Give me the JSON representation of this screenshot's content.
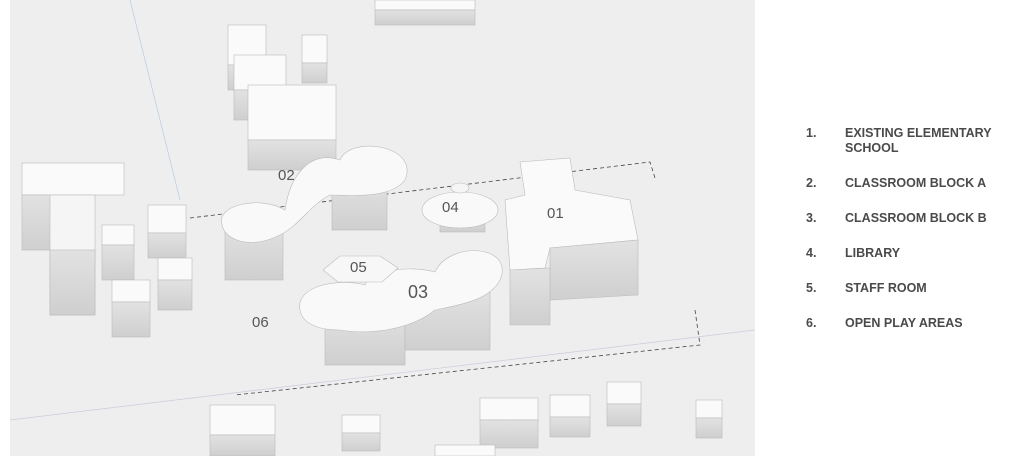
{
  "plan_labels": {
    "b01": "01",
    "b02": "02",
    "b03": "03",
    "b04": "04",
    "b05": "05",
    "b06": "06"
  },
  "legend": [
    {
      "num": "1.",
      "text": "EXISTING ELEMENTARY SCHOOL"
    },
    {
      "num": "2.",
      "text": "CLASSROOM BLOCK A"
    },
    {
      "num": "3.",
      "text": "CLASSROOM BLOCK B"
    },
    {
      "num": "4.",
      "text": "LIBRARY"
    },
    {
      "num": "5.",
      "text": "STAFF ROOM"
    },
    {
      "num": "6.",
      "text": "OPEN PLAY AREAS"
    }
  ]
}
